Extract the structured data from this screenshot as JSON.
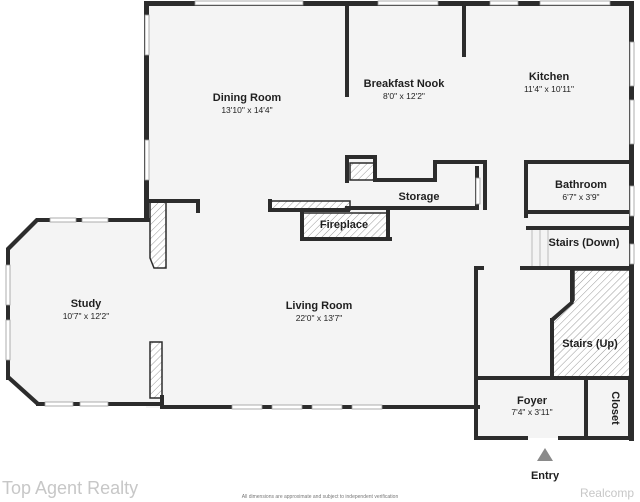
{
  "rooms": {
    "dining": {
      "name": "Dining Room",
      "dims": "13'10\" x 14'4\""
    },
    "nook": {
      "name": "Breakfast Nook",
      "dims": "8'0\" x 12'2\""
    },
    "kitchen": {
      "name": "Kitchen",
      "dims": "11'4\" x 10'11\""
    },
    "storage": {
      "name": "Storage"
    },
    "bathroom": {
      "name": "Bathroom",
      "dims": "6'7\" x 3'9\""
    },
    "fireplace": {
      "name": "Fireplace"
    },
    "stairs_down": {
      "name": "Stairs (Down)"
    },
    "study": {
      "name": "Study",
      "dims": "10'7\" x 12'2\""
    },
    "living": {
      "name": "Living Room",
      "dims": "22'0\" x 13'7\""
    },
    "stairs_up": {
      "name": "Stairs (Up)"
    },
    "foyer": {
      "name": "Foyer",
      "dims": "7'4\" x 3'11\""
    },
    "closet": {
      "name": "Closet"
    }
  },
  "entry_label": "Entry",
  "watermark_left": "Top Agent Realty",
  "watermark_right": "Realcomp",
  "disclaimer": "All dimensions are approximate and subject to independent verification",
  "colors": {
    "wall": "#2c2c2c",
    "floor": "#f4f4f4",
    "watermark": "#c7c7c7"
  }
}
